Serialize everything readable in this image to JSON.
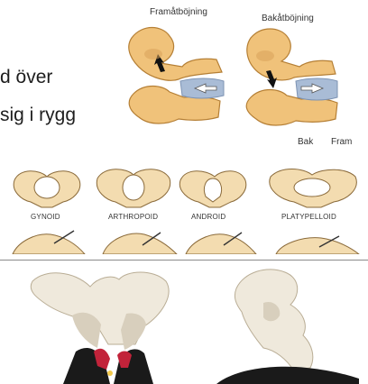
{
  "slide": {
    "text_line_1": "d över",
    "text_line_2": "sig i rygg"
  },
  "spine_diagram": {
    "label_flexion": "Framåtböjning",
    "label_extension": "Bakåtböjning",
    "label_back": "Bak",
    "label_front": "Fram"
  },
  "pelvis_types": {
    "items": [
      {
        "label": "GYNOID"
      },
      {
        "label": "ARTHROPOID"
      },
      {
        "label": "ANDROID"
      },
      {
        "label": "PLATYPELLOID"
      }
    ]
  },
  "colors": {
    "bone": "#f0c27a",
    "bone_shadow": "#c98d3e",
    "disc": "#a9bcd6",
    "pelvis_model": "#efe9dc",
    "pad": "#1a1a1a"
  }
}
